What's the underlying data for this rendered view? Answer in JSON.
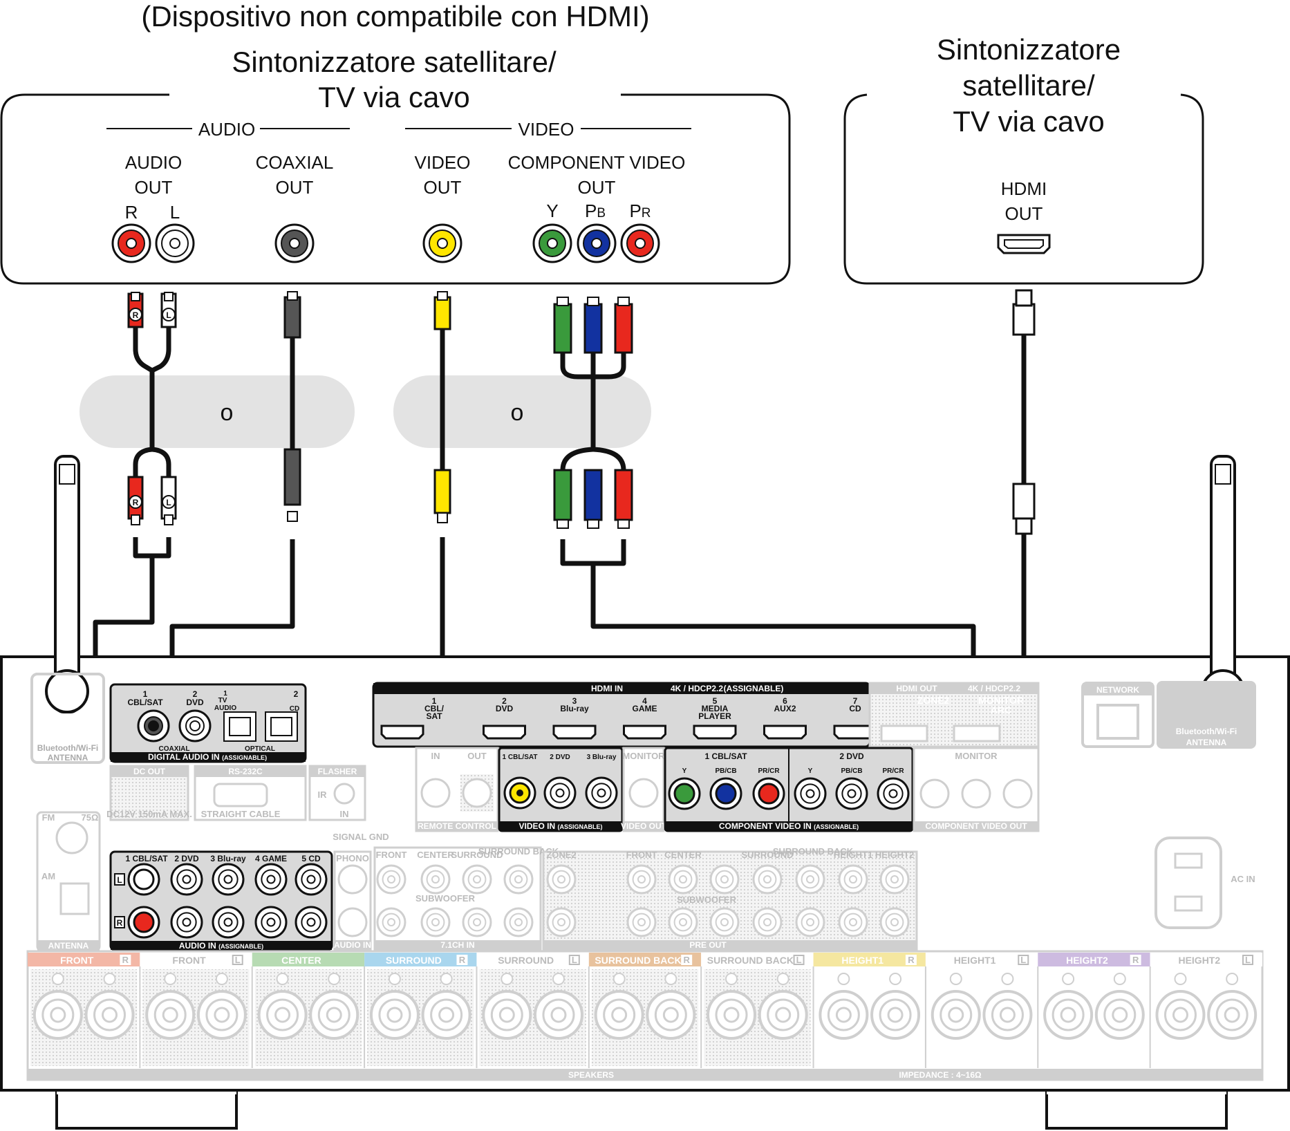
{
  "left_device": {
    "note": "(Dispositivo non compatibile con HDMI)",
    "title_line1": "Sintonizzatore satellitare/",
    "title_line2": "TV via cavo",
    "audio_group": "AUDIO",
    "video_group": "VIDEO",
    "audio_out_1": "AUDIO",
    "audio_out_2": "OUT",
    "audio_r": "R",
    "audio_l": "L",
    "coaxial_1": "COAXIAL",
    "coaxial_2": "OUT",
    "video_out_1": "VIDEO",
    "video_out_2": "OUT",
    "component_1": "COMPONENT VIDEO",
    "component_2": "OUT",
    "comp_y": "Y",
    "comp_pb": "P",
    "comp_pb_sub": "B",
    "comp_pr": "P",
    "comp_pr_sub": "R"
  },
  "right_device": {
    "title_line1": "Sintonizzatore",
    "title_line2": "satellitare/",
    "title_line3": "TV via cavo",
    "hdmi_1": "HDMI",
    "hdmi_2": "OUT"
  },
  "or_labels": [
    "o",
    "o"
  ],
  "plug_labels": {
    "r": "R",
    "l": "L"
  },
  "receiver": {
    "digital_audio_in": "DIGITAL AUDIO IN",
    "assignable": "(ASSIGNABLE)",
    "dig_1": "1",
    "dig_1_name": "CBL/SAT",
    "dig_2": "2",
    "dig_2_name": "DVD",
    "dig_tv_1": "1",
    "dig_tv_name": "TV",
    "dig_tv_audio": "AUDIO",
    "dig_cd_2": "2",
    "dig_cd": "CD",
    "coaxial": "COAXIAL",
    "optical": "OPTICAL",
    "hdmi_in": "HDMI IN",
    "hdcp": "4K / HDCP2.2",
    "hdmi_inputs": [
      {
        "num": "1",
        "name": "CBL/",
        "name2": "SAT"
      },
      {
        "num": "2",
        "name": "DVD",
        "name2": ""
      },
      {
        "num": "3",
        "name": "Blu-ray",
        "name2": ""
      },
      {
        "num": "4",
        "name": "GAME",
        "name2": ""
      },
      {
        "num": "5",
        "name": "MEDIA",
        "name2": "PLAYER"
      },
      {
        "num": "6",
        "name": "AUX2",
        "name2": ""
      },
      {
        "num": "7",
        "name": "CD",
        "name2": ""
      }
    ],
    "hdmi_out": "HDMI OUT",
    "hdmi_out_hdcp": "4K / HDCP2.2",
    "zone2": "ZONE2",
    "monitor_arc_1": "MONITOR",
    "monitor_arc_2": "ARC",
    "network": "NETWORK",
    "bt_antenna_1": "Bluetooth/Wi-Fi",
    "bt_antenna_2": "ANTENNA",
    "video_in": "VIDEO IN",
    "video_inputs": [
      "1 CBL/SAT",
      "2 DVD",
      "3 Blu-ray"
    ],
    "video_monitor": "MONITOR",
    "video_out": "VIDEO OUT",
    "in_label": "IN",
    "out_label": "OUT",
    "remote_control": "REMOTE CONTROL",
    "component_video_in": "COMPONENT VIDEO IN",
    "comp_1": "1 CBL/SAT",
    "comp_2": "2 DVD",
    "comp_y": "Y",
    "comp_pb": "PB/CB",
    "comp_pr": "PR/CR",
    "comp_monitor": "MONITOR",
    "component_video_out": "COMPONENT VIDEO OUT",
    "dc_out": "DC OUT",
    "dc_spec": "DC12V 150mA MAX.",
    "rs232c": "RS-232C",
    "straight_cable": "STRAIGHT CABLE",
    "flasher": "FLASHER",
    "ir": "IR",
    "flasher_in": "IN",
    "signal_gnd": "SIGNAL GND",
    "fm": "FM",
    "fm_ohm": "75Ω",
    "am": "AM",
    "antenna": "ANTENNA",
    "audio_in": "AUDIO IN",
    "audio_inputs": [
      "1 CBL/SAT",
      "2 DVD",
      "3 Blu-ray",
      "4 GAME",
      "5 CD"
    ],
    "phono": "PHONO",
    "ch71_in": "7.1CH IN",
    "pre_out": "PRE OUT",
    "subwoofer": "SUBWOOFER",
    "front": "FRONT",
    "center": "CENTER",
    "surround": "SURROUND",
    "surround_back": "SURROUND BACK",
    "height1": "HEIGHT1",
    "height2": "HEIGHT2",
    "ac_in": "AC IN",
    "speakers": "SPEAKERS",
    "impedance": "IMPEDANCE : 4~16Ω",
    "speaker_labels": [
      {
        "name": "FRONT",
        "side": "R",
        "color": "#f3b7a6"
      },
      {
        "name": "FRONT",
        "side": "L",
        "color": "#ffffff"
      },
      {
        "name": "CENTER",
        "side": "",
        "color": "#b7dbb3"
      },
      {
        "name": "SURROUND",
        "side": "R",
        "color": "#a9d6ee"
      },
      {
        "name": "SURROUND",
        "side": "L",
        "color": "#ffffff"
      },
      {
        "name": "SURROUND BACK",
        "side": "R",
        "color": "#e8c29d"
      },
      {
        "name": "SURROUND BACK",
        "side": "L",
        "color": "#ffffff"
      },
      {
        "name": "HEIGHT1",
        "side": "R",
        "color": "#f5e7a0"
      },
      {
        "name": "HEIGHT1",
        "side": "L",
        "color": "#ffffff"
      },
      {
        "name": "HEIGHT2",
        "side": "R",
        "color": "#cdbbe0"
      },
      {
        "name": "HEIGHT2",
        "side": "L",
        "color": "#ffffff"
      }
    ]
  },
  "colors": {
    "red": "#e8281e",
    "white": "#ffffff",
    "yellow": "#ffe600",
    "green": "#3a9a3c",
    "blue": "#1232a0",
    "cable": "#111111",
    "pill": "#e3e3e3",
    "faded": "#cfcfcf"
  }
}
